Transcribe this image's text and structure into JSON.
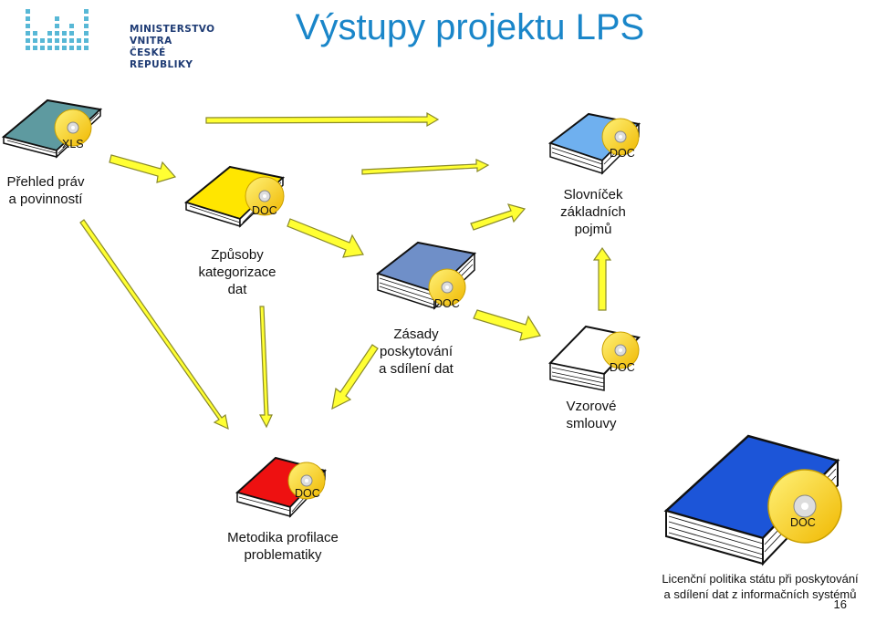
{
  "header": {
    "ministry_line1": "MINISTERSTVO VNITRA",
    "ministry_line2": "ČESKÉ REPUBLIKY",
    "title": "Výstupy projektu LPS"
  },
  "nodes": {
    "prehled": {
      "line1": "Přehled práv",
      "line2": "a povinností",
      "badge": "XLS"
    },
    "zpusoby": {
      "line1": "Způsoby",
      "line2": "kategorizace",
      "line3": "dat",
      "badge": "DOC"
    },
    "zasady": {
      "line1": "Zásady",
      "line2": "poskytování",
      "line3": "a sdílení dat",
      "badge": "DOC"
    },
    "slovnicek": {
      "line1": "Slovníček",
      "line2": "základních",
      "line3": "pojmů",
      "badge": "DOC"
    },
    "vzorove": {
      "line1": "Vzorové",
      "line2": "smlouvy",
      "badge": "DOC"
    },
    "metodika": {
      "line1": "Metodika profilace",
      "line2": "problematiky",
      "badge": "DOC"
    },
    "licencni": {
      "line1": "Licenční politika státu při poskytování",
      "line2": "a sdílení dat z informačních systémů",
      "badge": "DOC"
    }
  },
  "page_number": "16",
  "colors": {
    "title": "#1a86c9",
    "arrow_fill": "#ffff33",
    "arrow_stroke": "#9a9a2a",
    "book_teal": "#5e9aa0",
    "book_yellow": "#ffe600",
    "book_slate": "#6f8fc8",
    "book_lightblue": "#6fb0ef",
    "book_white": "#ffffff",
    "book_red": "#ee1111",
    "book_blue": "#1c55d8",
    "cd": "#ffd21a"
  }
}
